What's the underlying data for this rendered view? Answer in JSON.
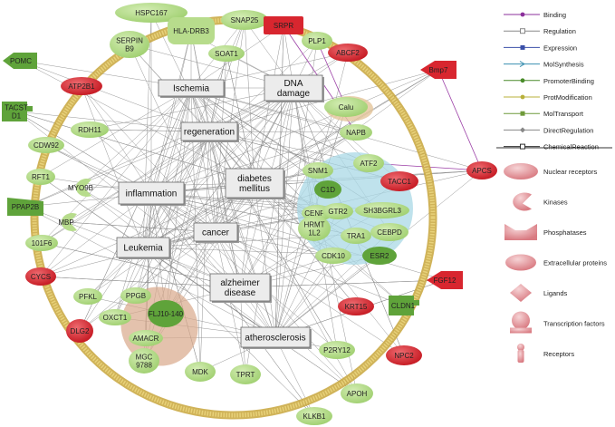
{
  "colors": {
    "gene_fill": "#b7dc8c",
    "gene_dark": "#5fa33a",
    "receptor_red": "#d8262f",
    "ring_gold": "#c8a63c",
    "ring_inner": "#e8d27a",
    "cluster_blue": "#a9d8e6",
    "cluster_brown": "#d9a88a",
    "process_fill": "#ececec",
    "edge_gray": "#8a8a8a"
  },
  "processes": [
    {
      "id": "ischemia",
      "label": "Ischemia"
    },
    {
      "id": "dna",
      "label": "DNA damage"
    },
    {
      "id": "regen",
      "label": "regeneration"
    },
    {
      "id": "inflam",
      "label": "inflammation"
    },
    {
      "id": "diabetes",
      "label": "diabetes mellitus"
    },
    {
      "id": "leukemia",
      "label": "Leukemia"
    },
    {
      "id": "cancer",
      "label": "cancer"
    },
    {
      "id": "alz",
      "label": "alzheimer disease"
    },
    {
      "id": "athero",
      "label": "atherosclerosis"
    }
  ],
  "nodes": [
    {
      "id": "HSPC167",
      "label": "HSPC167",
      "type": "gene"
    },
    {
      "id": "HLADRB3",
      "label": "HLA-DRB3",
      "type": "tf"
    },
    {
      "id": "SNAP25",
      "label": "SNAP25",
      "type": "gene"
    },
    {
      "id": "SRPR",
      "label": "SRPR",
      "type": "receptor"
    },
    {
      "id": "PLP1",
      "label": "PLP1",
      "type": "gene"
    },
    {
      "id": "SERPINB9",
      "label": "SERPIN B9",
      "type": "gene"
    },
    {
      "id": "SOAT1",
      "label": "SOAT1",
      "type": "gene"
    },
    {
      "id": "ABCF2",
      "label": "ABCF2",
      "type": "nuclear"
    },
    {
      "id": "Bmp7",
      "label": "Bmp7",
      "type": "ligand"
    },
    {
      "id": "POMC",
      "label": "POMC",
      "type": "ligand-green"
    },
    {
      "id": "ATP2B1",
      "label": "ATP2B1",
      "type": "nuclear"
    },
    {
      "id": "TACSTD1",
      "label": "TACST D1",
      "type": "receptor-green"
    },
    {
      "id": "RDH11",
      "label": "RDH11",
      "type": "gene"
    },
    {
      "id": "Calu",
      "label": "Calu",
      "type": "gene"
    },
    {
      "id": "NAPB",
      "label": "NAPB",
      "type": "gene"
    },
    {
      "id": "CDW92",
      "label": "CDW92",
      "type": "gene"
    },
    {
      "id": "RFT1",
      "label": "RFT1",
      "type": "gene"
    },
    {
      "id": "MYO9B",
      "label": "MYO9B",
      "type": "kinase"
    },
    {
      "id": "PPAP2B",
      "label": "PPAP2B",
      "type": "phosphatase"
    },
    {
      "id": "MBP",
      "label": "MBP",
      "type": "kinase"
    },
    {
      "id": "101F6",
      "label": "101F6",
      "type": "gene"
    },
    {
      "id": "SNM1",
      "label": "SNM1",
      "type": "gene"
    },
    {
      "id": "ATF2",
      "label": "ATF2",
      "type": "gene"
    },
    {
      "id": "TACC1",
      "label": "TACC1",
      "type": "nuclear"
    },
    {
      "id": "C1D",
      "label": "C1D",
      "type": "gene-dark"
    },
    {
      "id": "CENPE",
      "label": "CENPE",
      "type": "gene"
    },
    {
      "id": "GTR2",
      "label": "GTR2",
      "type": "gene"
    },
    {
      "id": "SH3BGRL3",
      "label": "SH3BGRL3",
      "type": "gene"
    },
    {
      "id": "HRMT1L2",
      "label": "HRMT 1L2",
      "type": "gene"
    },
    {
      "id": "TRA1",
      "label": "TRA1",
      "type": "gene"
    },
    {
      "id": "CEBPD",
      "label": "CEBPD",
      "type": "gene"
    },
    {
      "id": "CDK10",
      "label": "CDK10",
      "type": "gene"
    },
    {
      "id": "ESR2",
      "label": "ESR2",
      "type": "gene-dark"
    },
    {
      "id": "APCS",
      "label": "APCS",
      "type": "nuclear"
    },
    {
      "id": "CYCS",
      "label": "CYCS",
      "type": "nuclear"
    },
    {
      "id": "PFKL",
      "label": "PFKL",
      "type": "gene"
    },
    {
      "id": "PPGB",
      "label": "PPGB",
      "type": "gene"
    },
    {
      "id": "FLJ10140",
      "label": "FLJ10-140",
      "type": "gene-dark"
    },
    {
      "id": "OXCT1",
      "label": "OXCT1",
      "type": "gene"
    },
    {
      "id": "AMACR",
      "label": "AMACR",
      "type": "gene"
    },
    {
      "id": "MGC9788",
      "label": "MGC 9788",
      "type": "gene"
    },
    {
      "id": "DLG2",
      "label": "DLG2",
      "type": "nuclear"
    },
    {
      "id": "MDK",
      "label": "MDK",
      "type": "gene"
    },
    {
      "id": "TPRT",
      "label": "TPRT",
      "type": "gene"
    },
    {
      "id": "KRT15",
      "label": "KRT15",
      "type": "nuclear"
    },
    {
      "id": "CLDN1",
      "label": "CLDN1",
      "type": "receptor-green"
    },
    {
      "id": "FGF12",
      "label": "FGF12",
      "type": "ligand"
    },
    {
      "id": "NPC2",
      "label": "NPC2",
      "type": "nuclear"
    },
    {
      "id": "P2RY12",
      "label": "P2RY12",
      "type": "gene"
    },
    {
      "id": "APOH",
      "label": "APOH",
      "type": "gene"
    },
    {
      "id": "KLKB1",
      "label": "KLKB1",
      "type": "gene"
    }
  ],
  "legend": {
    "edges": [
      {
        "label": "Binding",
        "color": "#8b2f9b",
        "end": "dot"
      },
      {
        "label": "Regulation",
        "color": "#888888",
        "end": "square-open"
      },
      {
        "label": "Expression",
        "color": "#3a4fa8",
        "end": "square"
      },
      {
        "label": "MolSynthesis",
        "color": "#3a8fb0",
        "end": "arrow"
      },
      {
        "label": "PromoterBinding",
        "color": "#4a8c2a",
        "end": "dot"
      },
      {
        "label": "ProtModification",
        "color": "#b8b03a",
        "end": "dot"
      },
      {
        "label": "MolTransport",
        "color": "#6f9a3a",
        "end": "square"
      },
      {
        "label": "DirectRegulation",
        "color": "#888888",
        "end": "diamond"
      },
      {
        "label": "ChemicalReaction",
        "color": "#333333",
        "end": "square-open"
      }
    ],
    "shapes": [
      {
        "label": "Nuclear receptors",
        "shape": "ellipse"
      },
      {
        "label": "Kinases",
        "shape": "kinase"
      },
      {
        "label": "Phosphatases",
        "shape": "phosphatase"
      },
      {
        "label": "Extracellular proteins",
        "shape": "ellipse-sm"
      },
      {
        "label": "Ligands",
        "shape": "diamond"
      },
      {
        "label": "Transcription factors",
        "shape": "tf"
      },
      {
        "label": "Receptors",
        "shape": "receptor"
      }
    ]
  }
}
